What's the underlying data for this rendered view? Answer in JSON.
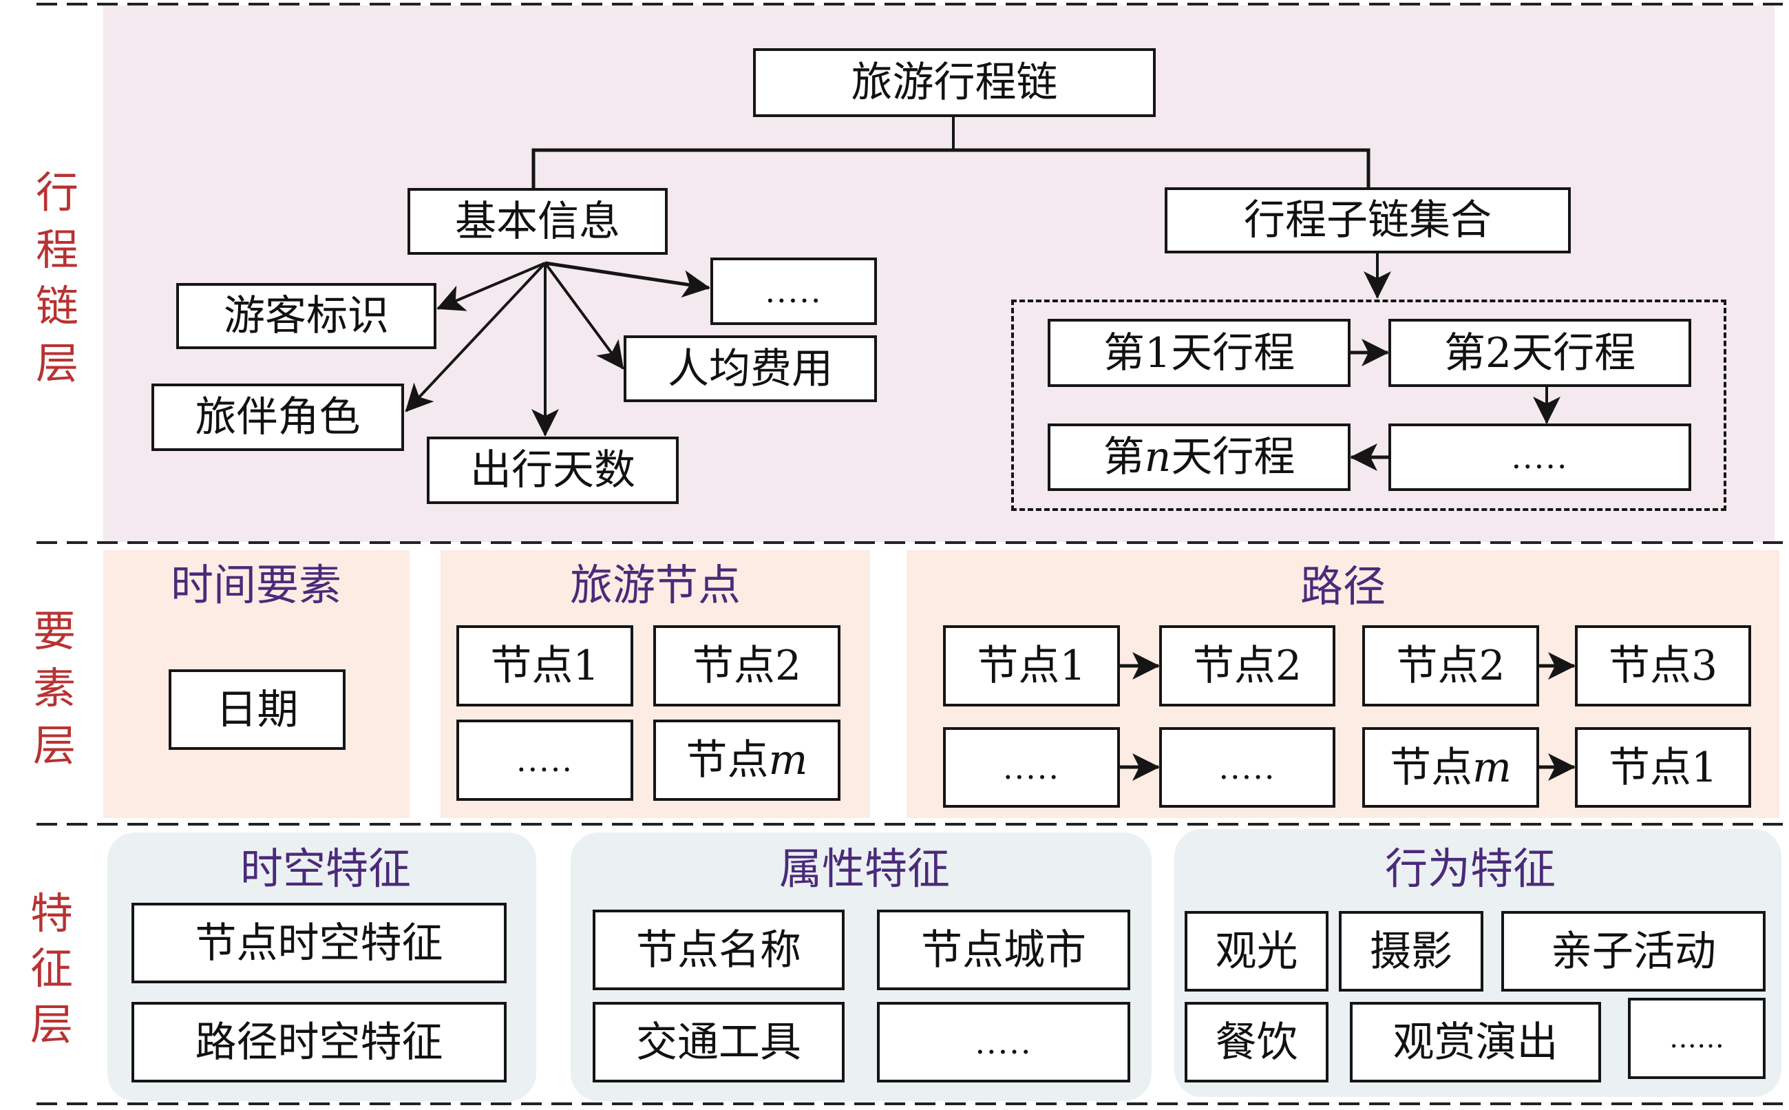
{
  "layers": {
    "chain": {
      "label": [
        "行",
        "程",
        "链",
        "层"
      ]
    },
    "element": {
      "label": [
        "要",
        "素",
        "层"
      ]
    },
    "feature": {
      "label": [
        "特",
        "征",
        "层"
      ]
    }
  },
  "chain_layer": {
    "root": "旅游行程链",
    "basic_info": {
      "title": "基本信息",
      "children": {
        "visitor_id": "游客标识",
        "more": ".....",
        "avg_cost": "人均费用",
        "companion_role": "旅伴角色",
        "travel_days": "出行天数"
      }
    },
    "sub_chain_set": {
      "title": "行程子链集合",
      "days": {
        "day1": "第1天行程",
        "day2": "第2天行程",
        "more": ".....",
        "dayn_prefix": "第",
        "dayn_var": "n",
        "dayn_suffix": "天行程"
      }
    }
  },
  "element_layer": {
    "time": {
      "title": "时间要素",
      "items": [
        "日期"
      ]
    },
    "nodes": {
      "title": "旅游节点",
      "items": [
        "节点1",
        "节点2",
        ".....",
        "节点m"
      ]
    },
    "paths": {
      "title": "路径",
      "pairs": [
        {
          "from": "节点1",
          "to": "节点2"
        },
        {
          "from": "节点2",
          "to": "节点3"
        },
        {
          "from": ".....",
          "to": "....."
        },
        {
          "from": "节点m",
          "to": "节点1"
        }
      ]
    }
  },
  "feature_layer": {
    "spatiotemporal": {
      "title": "时空特征",
      "items": [
        "节点时空特征",
        "路径时空特征"
      ]
    },
    "attribute": {
      "title": "属性特征",
      "items": [
        "节点名称",
        "节点城市",
        "交通工具",
        "....."
      ]
    },
    "behavior": {
      "title": "行为特征",
      "items": [
        "观光",
        "摄影",
        "亲子活动",
        "餐饮",
        "观赏演出",
        "……"
      ]
    }
  },
  "colors": {
    "layer_label": "#b83232",
    "panel_title": "#4a2a7a",
    "chain_bg": "#f3e9ee",
    "element_bg": "#fdece4",
    "feature_bg": "#ebf0f2"
  }
}
